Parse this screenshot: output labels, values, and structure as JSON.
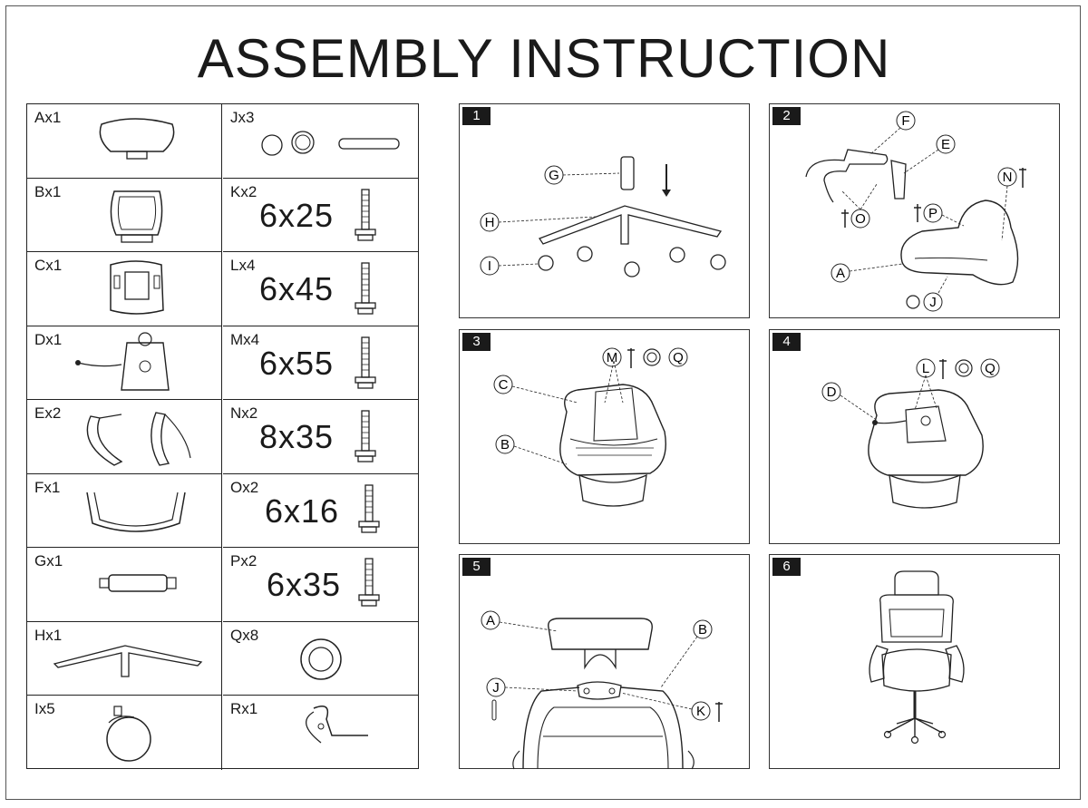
{
  "title": "ASSEMBLY INSTRUCTION",
  "parts": [
    {
      "label": "Ax1",
      "size": ""
    },
    {
      "label": "Jx3",
      "size": ""
    },
    {
      "label": "Bx1",
      "size": ""
    },
    {
      "label": "Kx2",
      "size": "6x25"
    },
    {
      "label": "Cx1",
      "size": ""
    },
    {
      "label": "Lx4",
      "size": "6x45"
    },
    {
      "label": "Dx1",
      "size": ""
    },
    {
      "label": "Mx4",
      "size": "6x55"
    },
    {
      "label": "Ex2",
      "size": ""
    },
    {
      "label": "Nx2",
      "size": "8x35"
    },
    {
      "label": "Fx1",
      "size": ""
    },
    {
      "label": "Ox2",
      "size": "6x16"
    },
    {
      "label": "Gx1",
      "size": ""
    },
    {
      "label": "Px2",
      "size": "6x35"
    },
    {
      "label": "Hx1",
      "size": ""
    },
    {
      "label": "Qx8",
      "size": ""
    },
    {
      "label": "Ix5",
      "size": ""
    },
    {
      "label": "Rx1",
      "size": ""
    }
  ],
  "steps": [
    {
      "number": "1",
      "callouts": [
        "G",
        "H",
        "I"
      ]
    },
    {
      "number": "2",
      "callouts": [
        "F",
        "E",
        "N",
        "O",
        "P",
        "A",
        "J"
      ]
    },
    {
      "number": "3",
      "callouts": [
        "M",
        "Q",
        "C",
        "B"
      ]
    },
    {
      "number": "4",
      "callouts": [
        "D",
        "L",
        "Q"
      ]
    },
    {
      "number": "5",
      "callouts": [
        "A",
        "B",
        "J",
        "K"
      ]
    },
    {
      "number": "6",
      "callouts": []
    }
  ]
}
